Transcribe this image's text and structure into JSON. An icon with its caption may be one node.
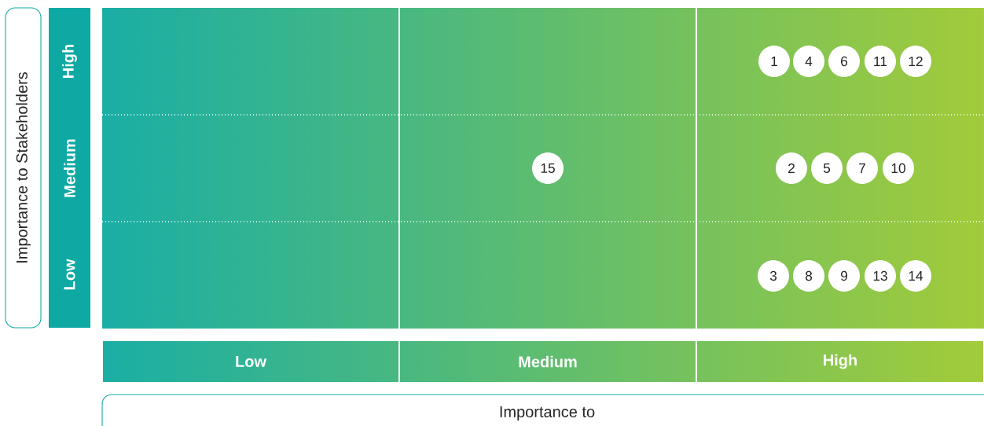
{
  "diagram": {
    "nodes": [
      {
        "text": [
          "Importance to Stakeholders"
        ]
      },
      {
        "text": [
          "High"
        ]
      },
      {
        "text": [
          "Medium"
        ]
      },
      {
        "text": [
          "Low"
        ]
      },
      {
        "text": [
          "1"
        ]
      },
      {
        "text": [
          "4"
        ]
      },
      {
        "text": [
          "6"
        ]
      },
      {
        "text": [
          "11"
        ]
      },
      {
        "text": [
          "12"
        ]
      },
      {
        "text": [
          "15"
        ]
      },
      {
        "text": [
          "2"
        ]
      },
      {
        "text": [
          "5"
        ]
      },
      {
        "text": [
          "7"
        ]
      },
      {
        "text": [
          "10"
        ]
      },
      {
        "text": [
          "3"
        ]
      },
      {
        "text": [
          "8"
        ]
      },
      {
        "text": [
          "9"
        ]
      },
      {
        "text": [
          "13"
        ]
      },
      {
        "text": [
          "14"
        ]
      },
      {
        "text": [
          "Low"
        ]
      },
      {
        "text": [
          "Medium"
        ]
      },
      {
        "text": [
          "High"
        ]
      },
      {
        "text": [
          "Importance to"
        ]
      }
    ]
  }
}
